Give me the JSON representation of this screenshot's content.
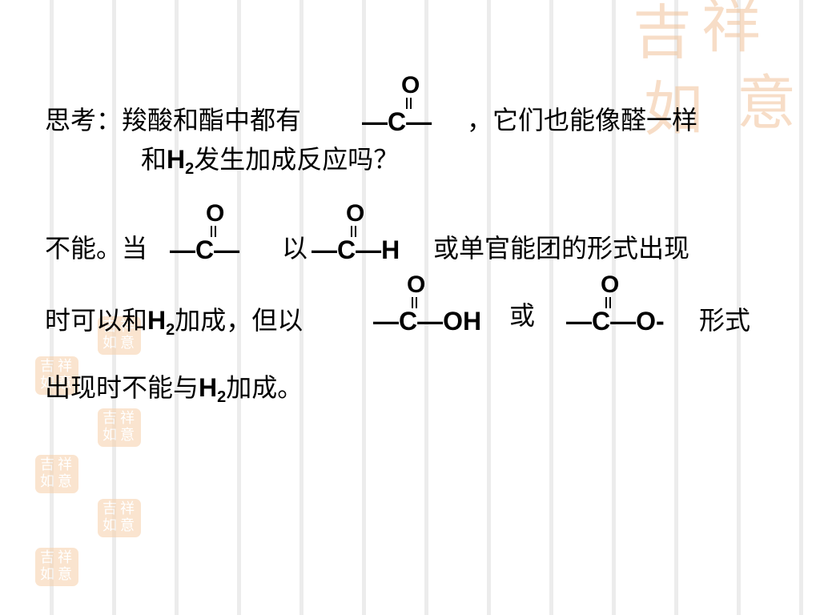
{
  "line1": {
    "prefix": "思考：羧酸和酯中都有",
    "suffix": "，它们也能像醛一样"
  },
  "line2": {
    "pre": "和",
    "h": "H",
    "sub": "2",
    "post": "发生加成反应吗？"
  },
  "line3": {
    "prefix": "不能。当",
    "mid": "以",
    "suffix": "或单官能团的形式出现"
  },
  "line4": {
    "pre": "时可以和",
    "h": "H",
    "sub": "2",
    "mid": "加成，但以",
    "or": "或",
    "suffix": "形式"
  },
  "line5": {
    "pre": "出现时不能与",
    "h": "H",
    "sub": "2",
    "post": "加成。"
  },
  "groups": {
    "g1": {
      "o": "O",
      "row": "—C—"
    },
    "g2": {
      "o": "O",
      "row": "—C—"
    },
    "g3": {
      "o": "O",
      "row": "—C—H"
    },
    "g4": {
      "o": "O",
      "row": "—C—OH"
    },
    "g5": {
      "o": "O",
      "row": "—C—O-"
    }
  },
  "watermark": {
    "c1": "吉",
    "c2": "祥",
    "c3": "如",
    "c4": "意"
  },
  "stamp": {
    "c1": "吉",
    "c2": "祥",
    "c3": "如",
    "c4": "意"
  },
  "colors": {
    "watermark": "#f1c39a",
    "stamp": "#f7cfa8",
    "stripe": "#ececec"
  }
}
